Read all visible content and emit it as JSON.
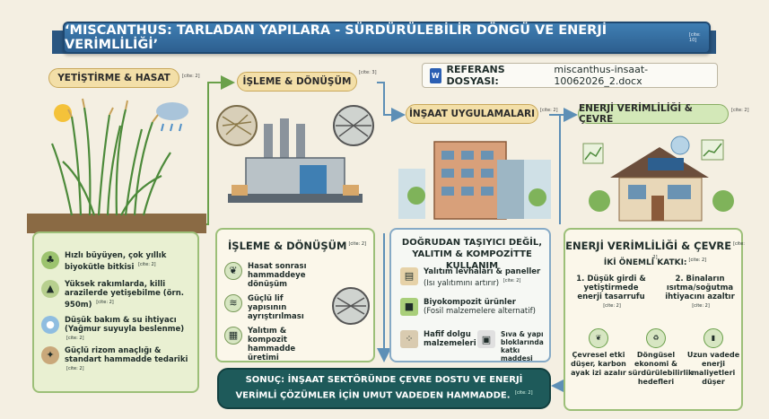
{
  "header": {
    "title": "‘MISCANTHUS: TARLADAN YAPILARA - SÜRDÜRÜLEBİLİR DÖNGÜ VE ENERJİ VERİMLİLİĞİ’",
    "cite": "[cite: 10]"
  },
  "reference": {
    "label": "REFERANS DOSYASI:",
    "filename": "miscanthus-insaat-10062026_2.docx",
    "icon": "word-document-icon"
  },
  "stages": [
    {
      "label": "YETİŞTİRME & HASAT",
      "cite": "[cite: 2]"
    },
    {
      "label": "İŞLEME & DÖNÜŞÜM",
      "cite": "[cite: 3]"
    },
    {
      "label": "İNŞAAT UYGULAMALARI",
      "cite": "[cite: 2]"
    },
    {
      "label": "ENERJİ VERİMLİLİĞİ & ÇEVRE",
      "cite": "[cite: 2]"
    }
  ],
  "col1": {
    "items": [
      {
        "text": "Hızlı büyüyen, çok yıllık biyokütle bitkisi",
        "cite": "[cite: 2]",
        "icon": "plant-icon"
      },
      {
        "text": "Yüksek rakımlarda, killi arazilerde yetişebilme (örn. 950m)",
        "cite": "[cite: 2]",
        "icon": "mountain-icon"
      },
      {
        "text": "Düşük bakım & su ihtiyacı (Yağmur suyuyla beslenme)",
        "cite": "[cite: 2]",
        "icon": "water-drop-icon"
      },
      {
        "text": "Güçlü rizom anaçlığı & standart hammadde tedariki",
        "cite": "[cite: 2]",
        "icon": "root-icon"
      }
    ]
  },
  "col2": {
    "title": "İŞLEME & DÖNÜŞÜM",
    "cite": "[cite: 2]",
    "items": [
      {
        "text": "Hasat sonrası hammaddeye dönüşüm",
        "icon": "leaf-icon"
      },
      {
        "text": "Güçlü lif yapısının ayrıştırılması",
        "icon": "fiber-icon"
      },
      {
        "text": "Yalıtım & kompozit hammadde üretimi",
        "icon": "insulation-icon"
      }
    ]
  },
  "col3": {
    "title": "DOĞRUDAN TAŞIYICI DEĞİL, YALITIM & KOMPOZİTTE KULLANIM",
    "items": [
      {
        "text": "Yalıtım levhaları & paneller",
        "sub": "(Isı yalıtımını artırır)",
        "cite": "[cite: 2]",
        "icon": "panel-icon"
      },
      {
        "text": "Biyokompozit ürünler",
        "sub": "(Fosil malzemelere alternatif)",
        "cite": "",
        "icon": "cube-icon"
      },
      {
        "text": "Hafif dolgu malzemeleri",
        "sub": "",
        "cite": "",
        "icon": "fill-icon"
      },
      {
        "text": "Sıva & yapı bloklarında katkı maddesi",
        "sub": "",
        "cite": "",
        "icon": "block-icon"
      }
    ]
  },
  "col4": {
    "title": "ENERJİ VERİMLİLİĞİ & ÇEVRE",
    "cite": "[cite: 2]",
    "subtitle": "İKİ ÖNEMLİ KATKI:",
    "sub_cite": "[cite: 2]",
    "points": [
      {
        "text": "1. Düşük girdi & yetiştirmede enerji tasarrufu",
        "cite": "[cite: 2]"
      },
      {
        "text": "2. Binaların ısıtma/soğutma ihtiyacını azaltır",
        "cite": "[cite: 2]"
      }
    ],
    "benefits": [
      {
        "text": "Çevresel etki düşer, karbon ayak izi azalır",
        "icon": "leaf-circle-icon"
      },
      {
        "text": "Döngüsel ekonomi & sürdürülebilirlik hedefleri",
        "icon": "recycle-icon"
      },
      {
        "text": "Uzun vadede enerji maliyetleri düşer",
        "icon": "bar-chart-icon"
      }
    ]
  },
  "conclusion": {
    "text": "SONUÇ: İNŞAAT SEKTÖRÜNDE ÇEVRE DOSTU VE ENERJİ VERİMLİ ÇÖZÜMLER İÇİN UMUT VADEDEN HAMMADDE.",
    "cite": "[cite: 2]"
  }
}
